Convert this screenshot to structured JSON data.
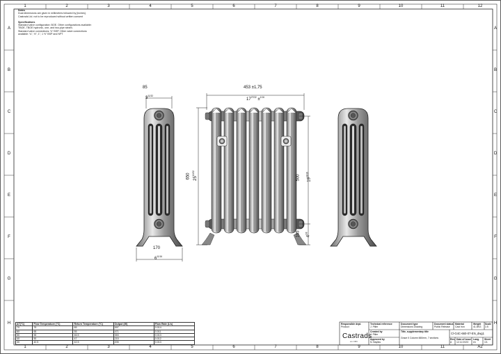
{
  "zones": {
    "columns": [
      "1",
      "2",
      "3",
      "4",
      "5",
      "6",
      "7",
      "8",
      "9",
      "10",
      "11",
      "12"
    ],
    "rows": [
      "A",
      "B",
      "C",
      "D",
      "E",
      "F",
      "G",
      "H"
    ],
    "sheet_size": "A2"
  },
  "notes": {
    "heading": "Notes",
    "lines": [
      "Dual dimensions are given in millimetres followed by [inches].",
      "Castrads Ltd. not to be reproduced without written consent"
    ],
    "spec_heading": "Specifications",
    "spec_lines": [
      "Standard valve configuration: BOE. Other configurations available:",
      "TBOE, TBOE hydronic, one- and two-pipe steam.",
      "Standard valve connections: ½\" BSP. Other valve connections",
      "available: ¾\", ½\", 1\", 1 ½\" BSP and NPT"
    ]
  },
  "dimensions": {
    "side_width_mm": "85",
    "side_width_in": "3",
    "side_width_in_frac": "11/32",
    "front_width_mm": "453 ±1,75",
    "front_width_in": "17",
    "front_width_in_frac": "27/32",
    "front_width_tol": "±",
    "front_width_tol_frac": "1/16",
    "height_mm": "650",
    "height_in": "25",
    "height_in_frac": "19/32",
    "centres_mm": "500",
    "centres_in": "19",
    "centres_in_frac": "11/16",
    "bottom_mm": "105",
    "bottom_in": "4",
    "bottom_in_frac": "1/8",
    "depth_mm": "170",
    "depth_in": "6",
    "depth_in_frac": "11/16"
  },
  "output_table": {
    "headers": [
      "ΔT(°C)",
      "Flow Temperature (°C)",
      "Return Temperature (°C)",
      "Output (W)",
      "Flow Rate (L/s)"
    ],
    "rows": [
      [
        "70",
        "75",
        "65",
        "597",
        "0.014"
      ],
      [
        "60",
        "65",
        "55",
        "471",
        "0.011"
      ],
      [
        "50",
        "55",
        "46.5",
        "353",
        "0.013"
      ],
      [
        "40",
        "50",
        "47",
        "215",
        "0.012"
      ],
      [
        "30",
        "42.5",
        "42.5",
        "205",
        "0.013"
      ]
    ]
  },
  "title_block": {
    "logo": "Castrads",
    "logo_sub": "est. 1984",
    "responsible_dept_label": "Responsible dept.",
    "responsible_dept": "Product",
    "tech_ref_label": "Technical reference",
    "tech_ref": "J. Pitler",
    "created_by_label": "Created by",
    "created_by": "J. Pitler",
    "approved_by_label": "Approved by",
    "approved_by": "N. Bayliss",
    "doc_type_label": "Document type",
    "doc_type": "Dimensions Drawing",
    "doc_status_label": "Document status",
    "doc_status": "Public Release",
    "material_label": "Material",
    "material": "Cast Iron",
    "weight_label": "Weight",
    "weight": "41.8KG",
    "scale_label": "Scale",
    "scale": "1:5",
    "title_label": "Title, supplementary title",
    "title": "Grace II Column 660mm, 7 sections",
    "drawing_no": "Cl-G4C-660-07-EN_dwg1",
    "rev_label": "Rev.",
    "rev": "A",
    "date_label": "Date of issue",
    "date": "12.12.2023",
    "lang_label": "Lang.",
    "lang": "en",
    "sheet_label": "Sheet",
    "sheet": "1/1"
  }
}
